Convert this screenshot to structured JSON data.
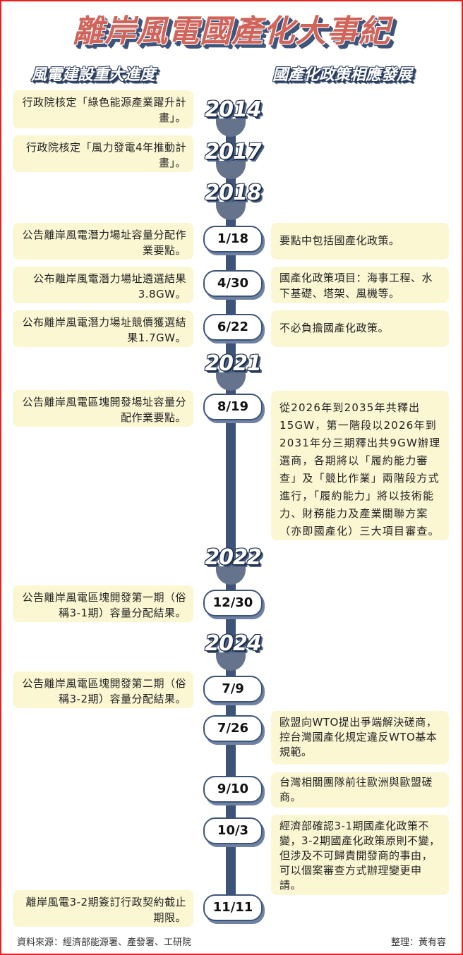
{
  "title": "離岸風電國產化大事紀",
  "columns": {
    "left": "風電建設重大進度",
    "right": "國產化政策相應發展"
  },
  "years": [
    "2014",
    "2017",
    "2018",
    "2021",
    "2022",
    "2024"
  ],
  "events": [
    {
      "year": "2014",
      "date": "",
      "left": "行政院核定「綠色能源產業躍升計畫」。",
      "right": ""
    },
    {
      "year": "2017",
      "date": "",
      "left": "行政院核定「風力發電4年推動計畫」。",
      "right": ""
    },
    {
      "year": "2018",
      "date": "1/18",
      "left": "公告離岸風電潛力場址容量分配作業要點。",
      "right": "要點中包括國產化政策。"
    },
    {
      "year": "2018",
      "date": "4/30",
      "left": "公布離岸風電潛力場址遴選結果3.8GW。",
      "right": "國產化政策項目：海事工程、水下基礎、塔架、風機等。"
    },
    {
      "year": "2018",
      "date": "6/22",
      "left": "公布離岸風電潛力場址競價獲選結果1.7GW。",
      "right": "不必負擔國產化政策。"
    },
    {
      "year": "2021",
      "date": "8/19",
      "left": "公告離岸風電區塊開發場址容量分配作業要點。",
      "right": "從2026年到2035年共釋出15GW，第一階段以2026年到2031年分三期釋出共9GW辦理選商，各期將以「履約能力審查」及「競比作業」兩階段方式進行，「履約能力」將以技術能力、財務能力及產業關聯方案（亦即國產化）三大項目審查。"
    },
    {
      "year": "2022",
      "date": "12/30",
      "left": "公告離岸風電區塊開發第一期（俗稱3-1期）容量分配結果。",
      "right": ""
    },
    {
      "year": "2024",
      "date": "7/9",
      "left": "公告離岸風電區塊開發第二期（俗稱3-2期）容量分配結果。",
      "right": ""
    },
    {
      "year": "2024",
      "date": "7/26",
      "left": "",
      "right": "歐盟向WTO提出爭端解決磋商，控台灣國產化規定違反WTO基本規範。"
    },
    {
      "year": "2024",
      "date": "9/10",
      "left": "",
      "right": "台灣相關團隊前往歐洲與歐盟磋商。"
    },
    {
      "year": "2024",
      "date": "10/3",
      "left": "",
      "right": "經濟部確認3-1期國產化政策不變，3-2期國產化政策原則不變，但涉及不可歸責開發商的事由，可以個案審查方式辦理變更申請。"
    },
    {
      "year": "2024",
      "date": "11/11",
      "left": "離岸風電3-2期簽訂行政契約截止期限。",
      "right": ""
    }
  ],
  "footer": {
    "source": "資料來源：經濟部能源署、產發署、工研院",
    "editor": "整理：黃有容"
  },
  "colors": {
    "title": "#d0645a",
    "navy": "#3d5478",
    "box": "#fbf7d3",
    "border": "#e8211f"
  }
}
